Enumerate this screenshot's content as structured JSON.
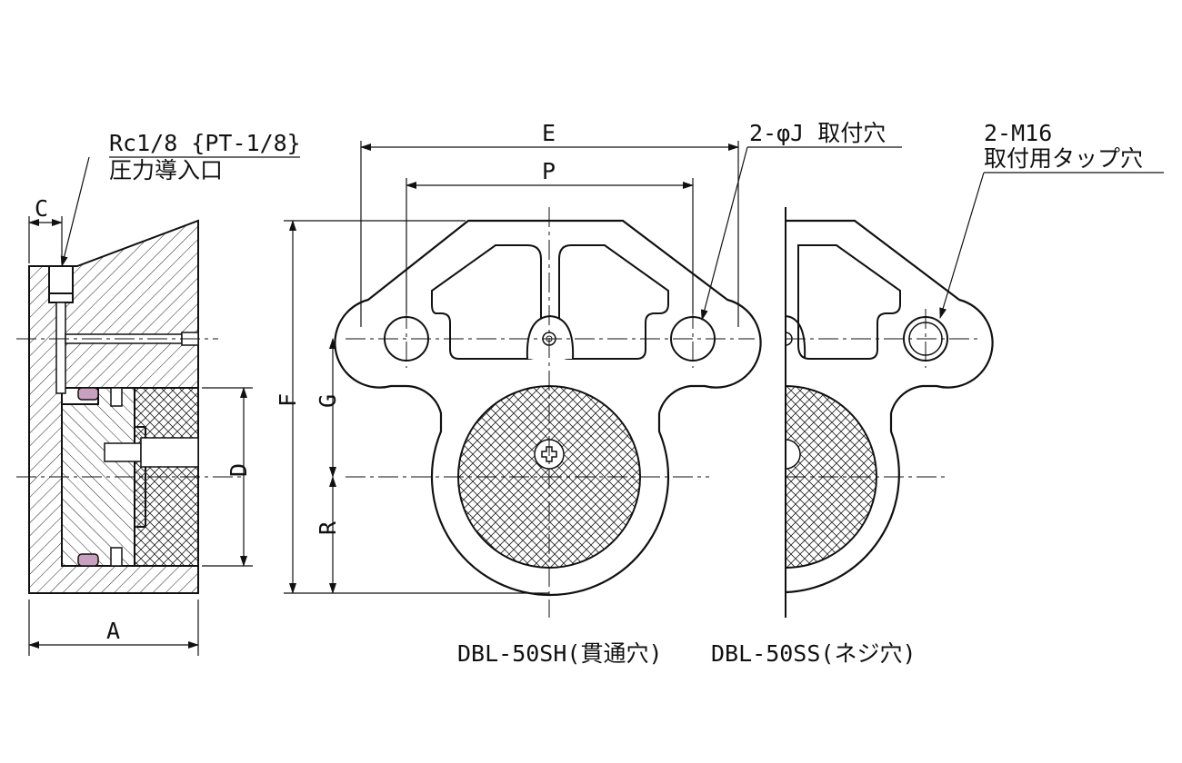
{
  "labels": {
    "dim_c": "C",
    "dim_a": "A",
    "dim_d": "D",
    "dim_f": "F",
    "dim_g": "G",
    "dim_r": "R",
    "dim_e": "E",
    "dim_p": "P"
  },
  "notes": {
    "port_spec": "Rc1/8 {PT-1/8}",
    "port_name": "圧力導入口",
    "hole_note": "2-φJ 取付穴",
    "tap_spec": "2-M16",
    "tap_name": "取付用タップ穴"
  },
  "captions": {
    "model_sh": "DBL-50SH(貫通穴)",
    "model_ss": "DBL-50SS(ネジ穴)"
  },
  "colors": {
    "line": "#111111",
    "oring": "#c8a0c0",
    "background": "#ffffff"
  }
}
